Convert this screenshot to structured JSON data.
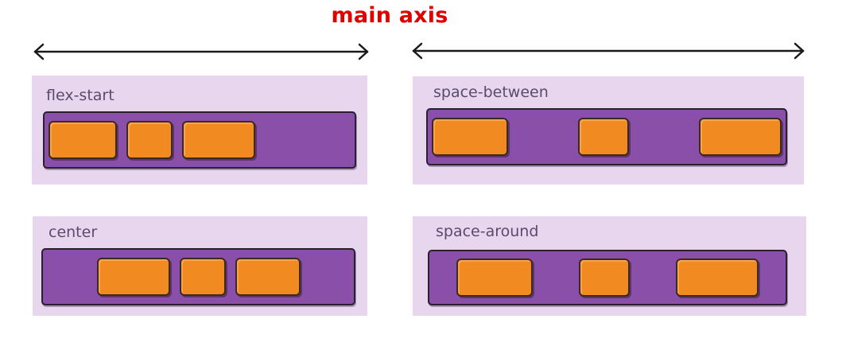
{
  "title": "main axis",
  "panels": [
    {
      "id": "flex-start",
      "label": "flex-start"
    },
    {
      "id": "space-between",
      "label": "space-between"
    },
    {
      "id": "center",
      "label": "center"
    },
    {
      "id": "space-around",
      "label": "space-around"
    }
  ],
  "colors": {
    "title": "#e00000",
    "panel_background": "#e8d6ef",
    "container": "#8a4fa9",
    "item": "#f28a22",
    "outline": "#2a2030"
  }
}
